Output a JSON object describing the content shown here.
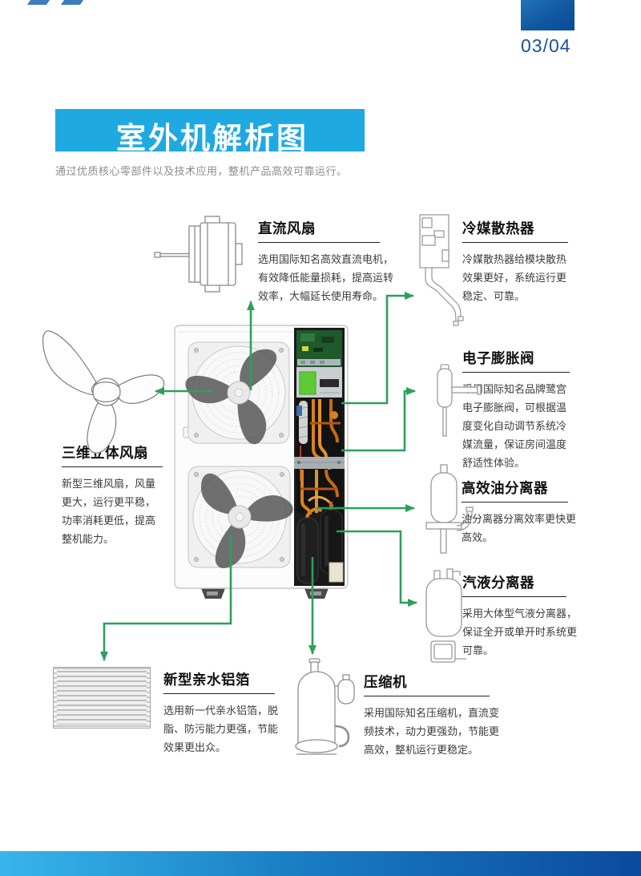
{
  "page": {
    "number": "03/04",
    "title": "室外机解析图",
    "subtitle": "通过优质核心零部件以及技术应用，整机产品高效可靠运行。"
  },
  "colors": {
    "banner_blue": "#1ea9e1",
    "page_corner_gradient": [
      "#2173bb",
      "#0a4a9c"
    ],
    "page_number_blue": "#1d4f9e",
    "arrow_green": "#2da05a",
    "section_title_text": "#111111",
    "body_text": "#3b3b3b",
    "subtitle_gray": "#8c8c8c",
    "footer_gradient": [
      "#38b5ea",
      "#0b4a9d"
    ]
  },
  "sections": [
    {
      "id": "dc-fan",
      "title": "直流风扇",
      "body": "选用国际知名高效直流电机，有效降低能量损耗，提高运转效率，大幅延长使用寿命。"
    },
    {
      "id": "refrigerant-radiator",
      "title": "冷媒散热器",
      "body": "冷媒散热器给模块散热效果更好，系统运行更稳定、可靠。"
    },
    {
      "id": "electronic-expansion-valve",
      "title": "电子膨胀阀",
      "body": "采用国际知名品牌鹭宫电子膨胀阀，可根据温度变化自动调节系统冷媒流量，保证房间温度舒适性体验。"
    },
    {
      "id": "oil-separator",
      "title": "高效油分离器",
      "body": "油分离器分离效率更快更高效。"
    },
    {
      "id": "gas-liquid-separator",
      "title": "汽液分离器",
      "body": "采用大体型气液分离器，保证全开或单开时系统更可靠。"
    },
    {
      "id": "three-d-fan",
      "title": "三维立体风扇",
      "body": "新型三维风扇，风量更大，运行更平稳，功率消耗更低，提高整机能力。"
    },
    {
      "id": "hydrophilic-foil",
      "title": "新型亲水铝箔",
      "body": "选用新一代亲水铝箔，脱脂、防污能力更强，节能效果更出众。"
    },
    {
      "id": "compressor",
      "title": "压缩机",
      "body": "采用国际知名压缩机，直流变频技术，动力更强劲，节能更高效，整机运行更稳定。"
    }
  ],
  "illustrations": {
    "dc_fan_motor": "dc-fan-motor-line-drawing",
    "refrigerant_radiator": "refrigerant-radiator-line-drawing",
    "electronic_expansion_valve": "expansion-valve-line-drawing",
    "oil_separator": "oil-separator-line-drawing",
    "gas_liquid_separator": "gas-liquid-separator-line-drawing",
    "three_d_fan": "three-blade-fan-line-drawing",
    "hydrophilic_foil": "aluminum-foil-fin-panel",
    "compressor": "compressor-line-drawing",
    "outdoor_unit": "outdoor-unit-cutaway-photo"
  }
}
